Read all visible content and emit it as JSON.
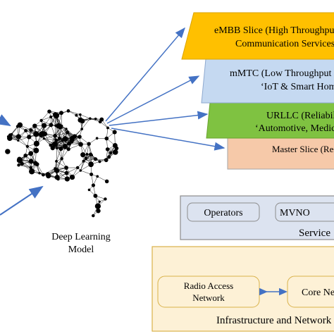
{
  "model": {
    "label_line1": "Deep Learning",
    "label_line2": "Model"
  },
  "slices": [
    {
      "line1": "eMBB Slice (High Throughput",
      "line2": "Communication Services",
      "color": "#ffc000"
    },
    {
      "line1": "mMTC (Low Throughput",
      "line2": "‘IoT & Smart Home",
      "color": "#c5d9f1"
    },
    {
      "line1": "URLLC (Reliability",
      "line2": "‘Automotive, Medical",
      "color": "#7fc241"
    },
    {
      "line1": "Master Slice (Rest",
      "line2": "",
      "color": "#f6c9a9"
    }
  ],
  "service": {
    "operators": "Operators",
    "mvno": "MVNO",
    "title": "Service"
  },
  "infrastructure": {
    "ran_line1": "Radio Access",
    "ran_line2": "Network",
    "core": "Core Network",
    "title": "Infrastructure and Network"
  },
  "colors": {
    "arrow": "#4472c4",
    "service_fill": "#dce3f0",
    "infra_fill": "#fdf1d6",
    "infra_border": "#d9b24a"
  }
}
